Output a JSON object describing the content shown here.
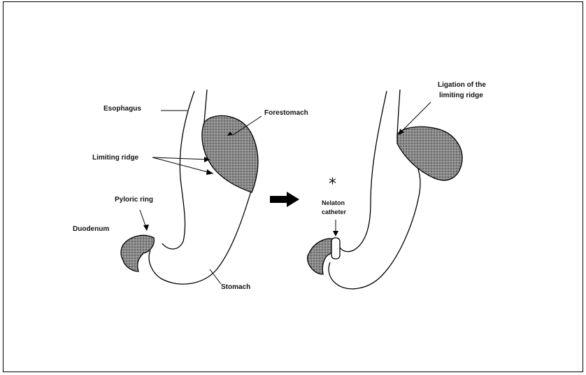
{
  "labels": {
    "esophagus": "Esophagus",
    "forestomach": "Forestomach",
    "limiting_ridge": "Limiting ridge",
    "pyloric_ring": "Pyloric ring",
    "duodenum": "Duodenum",
    "stomach": "Stomach",
    "ligation_line1": "Ligation of the",
    "ligation_line2": "limiting ridge",
    "nelaton_line1": "Nelaton",
    "nelaton_line2": "catheter",
    "asterisk": "*"
  },
  "icons": {
    "transition_arrow": "right-arrow-icon"
  },
  "colors": {
    "ink": "#000000",
    "shade": "#7a7a7a",
    "background": "#ffffff"
  }
}
